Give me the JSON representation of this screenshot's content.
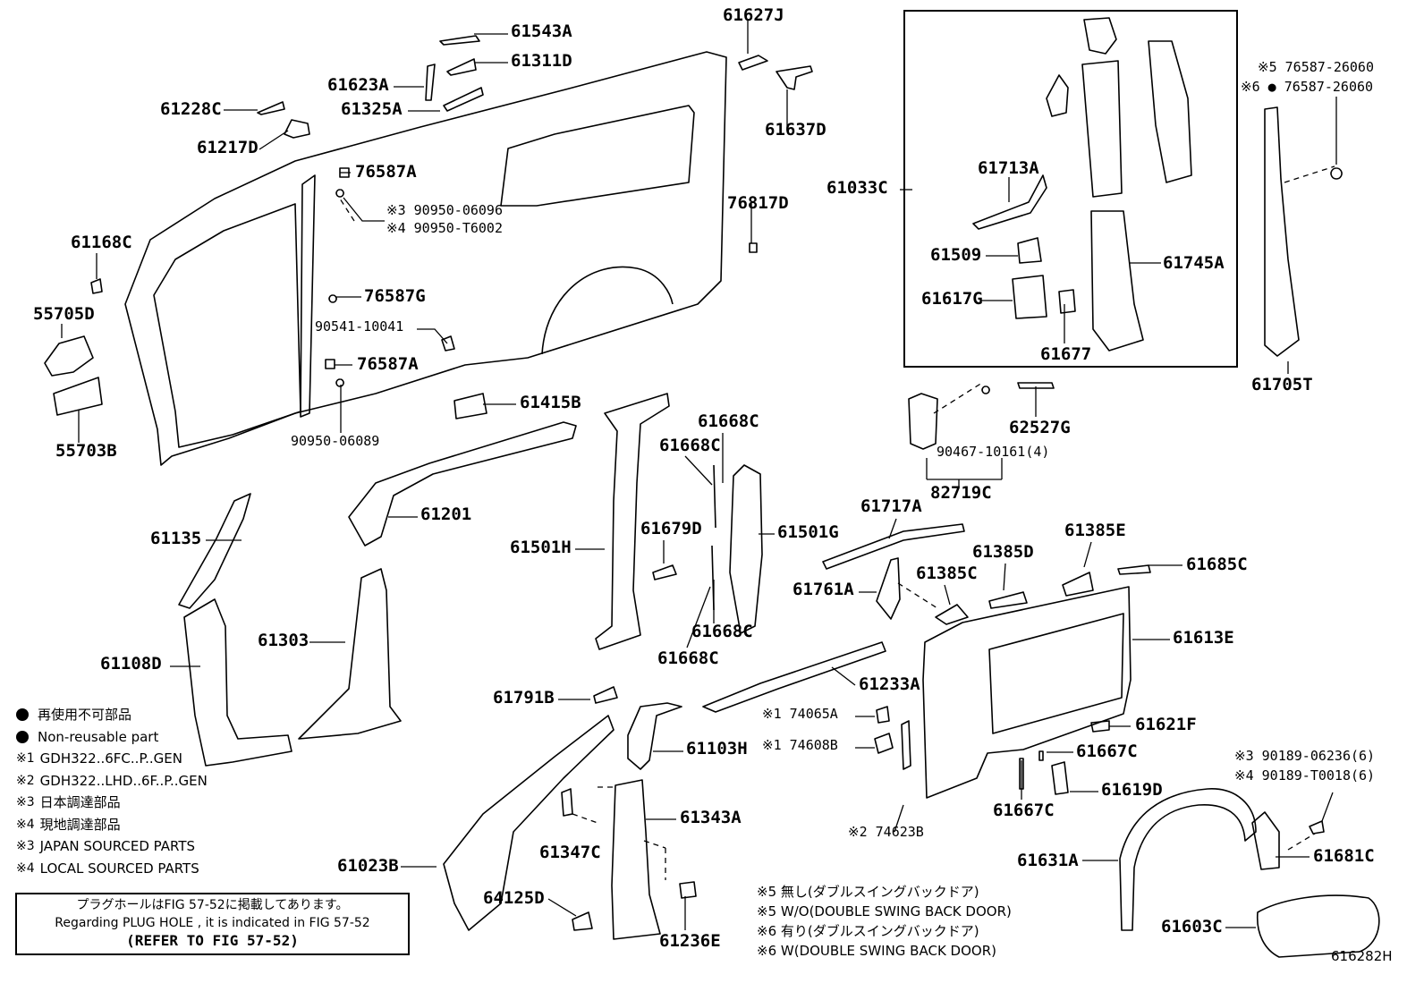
{
  "diagram": {
    "labels": [
      {
        "id": "61543A",
        "text": "61543A"
      },
      {
        "id": "61311D",
        "text": "61311D"
      },
      {
        "id": "61623A",
        "text": "61623A"
      },
      {
        "id": "61325A",
        "text": "61325A"
      },
      {
        "id": "61228C",
        "text": "61228C"
      },
      {
        "id": "61217D",
        "text": "61217D"
      },
      {
        "id": "61627J",
        "text": "61627J"
      },
      {
        "id": "61637D",
        "text": "61637D"
      },
      {
        "id": "76587A-top",
        "text": "76587A"
      },
      {
        "id": "90950-06096",
        "text": "※3 90950-06096"
      },
      {
        "id": "90950-T6002",
        "text": "※4 90950-T6002"
      },
      {
        "id": "76817D",
        "text": "76817D"
      },
      {
        "id": "61168C",
        "text": "61168C"
      },
      {
        "id": "55705D",
        "text": "55705D"
      },
      {
        "id": "55703B",
        "text": "55703B"
      },
      {
        "id": "76587G",
        "text": "76587G"
      },
      {
        "id": "90541-10041",
        "text": "90541-10041"
      },
      {
        "id": "76587A-bot",
        "text": "76587A"
      },
      {
        "id": "90950-06089",
        "text": "90950-06089"
      },
      {
        "id": "61415B",
        "text": "61415B"
      },
      {
        "id": "61033C",
        "text": "61033C"
      },
      {
        "id": "61713A",
        "text": "61713A"
      },
      {
        "id": "61509",
        "text": "61509"
      },
      {
        "id": "61617G",
        "text": "61617G"
      },
      {
        "id": "61677",
        "text": "61677"
      },
      {
        "id": "61745A",
        "text": "61745A"
      },
      {
        "id": "76587-26060-a",
        "text": "※5 76587-26060"
      },
      {
        "id": "76587-26060-b",
        "text": "※6 ● 76587-26060"
      },
      {
        "id": "61705T",
        "text": "61705T"
      },
      {
        "id": "62527G",
        "text": "62527G"
      },
      {
        "id": "90467-10161",
        "text": "90467-10161(4)"
      },
      {
        "id": "82719C",
        "text": "82719C"
      },
      {
        "id": "61668C-a",
        "text": "61668C"
      },
      {
        "id": "61668C-b",
        "text": "61668C"
      },
      {
        "id": "61668C-c",
        "text": "61668C"
      },
      {
        "id": "61668C-d",
        "text": "61668C"
      },
      {
        "id": "61201",
        "text": "61201"
      },
      {
        "id": "61135",
        "text": "61135"
      },
      {
        "id": "61501H",
        "text": "61501H"
      },
      {
        "id": "61679D",
        "text": "61679D"
      },
      {
        "id": "61501G",
        "text": "61501G"
      },
      {
        "id": "61717A",
        "text": "61717A"
      },
      {
        "id": "61385E",
        "text": "61385E"
      },
      {
        "id": "61385D",
        "text": "61385D"
      },
      {
        "id": "61385C",
        "text": "61385C"
      },
      {
        "id": "61761A",
        "text": "61761A"
      },
      {
        "id": "61685C",
        "text": "61685C"
      },
      {
        "id": "61613E",
        "text": "61613E"
      },
      {
        "id": "61303",
        "text": "61303"
      },
      {
        "id": "61108D",
        "text": "61108D"
      },
      {
        "id": "61233A",
        "text": "61233A"
      },
      {
        "id": "61791B",
        "text": "61791B"
      },
      {
        "id": "74065A",
        "text": "※1 74065A"
      },
      {
        "id": "74608B",
        "text": "※1 74608B"
      },
      {
        "id": "61103H",
        "text": "61103H"
      },
      {
        "id": "61621F",
        "text": "61621F"
      },
      {
        "id": "61667C-a",
        "text": "61667C"
      },
      {
        "id": "61667C-b",
        "text": "61667C"
      },
      {
        "id": "61619D",
        "text": "61619D"
      },
      {
        "id": "90189-06236",
        "text": "※3 90189-06236(6)"
      },
      {
        "id": "90189-T0018",
        "text": "※4 90189-T0018(6)"
      },
      {
        "id": "61343A",
        "text": "61343A"
      },
      {
        "id": "61347C",
        "text": "61347C"
      },
      {
        "id": "74623B",
        "text": "※2 74623B"
      },
      {
        "id": "61631A",
        "text": "61631A"
      },
      {
        "id": "61681C",
        "text": "61681C"
      },
      {
        "id": "61023B",
        "text": "61023B"
      },
      {
        "id": "64125D",
        "text": "64125D"
      },
      {
        "id": "61236E",
        "text": "61236E"
      },
      {
        "id": "61603C",
        "text": "61603C"
      }
    ]
  },
  "legend": {
    "items": [
      {
        "marker": "dot",
        "text": "再使用不可部品"
      },
      {
        "marker": "dot",
        "text": "Non-reusable part"
      },
      {
        "marker": "※1",
        "text": "GDH322..6FC..P..GEN"
      },
      {
        "marker": "※2",
        "text": "GDH322..LHD..6F..P..GEN"
      },
      {
        "marker": "※3",
        "text": "日本調達部品"
      },
      {
        "marker": "※4",
        "text": "現地調達部品"
      },
      {
        "marker": "※3",
        "text": "JAPAN SOURCED PARTS"
      },
      {
        "marker": "※4",
        "text": "LOCAL SOURCED PARTS"
      }
    ]
  },
  "note_box": {
    "line1": "プラグホールはFIG 57-52に掲載してあります。",
    "line2": "Regarding  PLUG  HOLE , it is indicated in FIG  57-52",
    "line3": "(REFER TO FIG 57-52)"
  },
  "notes_right": [
    "※5 無し(ダブルスイングバックドア)",
    "※5 W/O(DOUBLE SWING BACK DOOR)",
    "※6 有り(ダブルスイングバックドア)",
    "※6 W(DOUBLE SWING BACK DOOR)"
  ],
  "figure_id": "616282H"
}
